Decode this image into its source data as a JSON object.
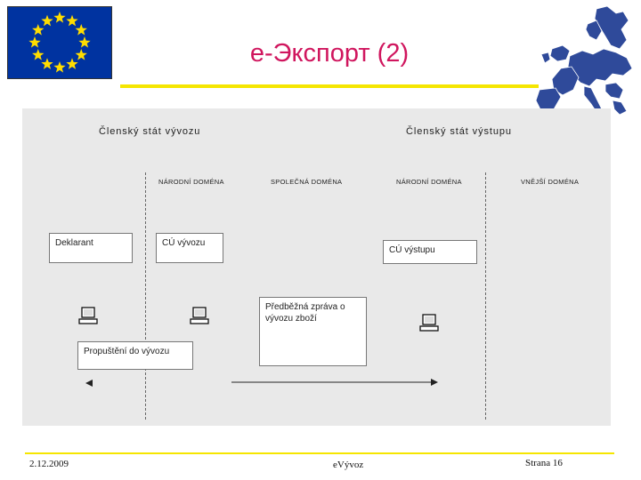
{
  "slide": {
    "title": "e-Экспорт (2)",
    "footer": {
      "date": "2.12.2009",
      "center": "eVývoz",
      "page": "Strana 16"
    }
  },
  "diagram": {
    "headers": {
      "left": "Členský stát vývozu",
      "right": "Členský stát výstupu"
    },
    "domains": [
      "NÁRODNÍ DOMÉNA",
      "SPOLEČNÁ DOMÉNA",
      "NÁRODNÍ DOMÉNA",
      "VNĚJŠÍ DOMÉNA"
    ],
    "boxes": {
      "declarant": "Deklarant",
      "cu_export": "CÚ vývozu",
      "cu_exit": "CÚ výstupu",
      "pre_notice": "Předběžná zpráva o vývozu zboží",
      "release": "Propuštění do vývozu"
    }
  },
  "icons": {
    "flag": "eu-flag-icon",
    "map": "europe-map-icon",
    "computer": "computer-terminal-icon"
  },
  "colors": {
    "title": "#d0165e",
    "rule": "#f5e600",
    "flag_blue": "#0033a0",
    "star": "#ffdd00",
    "map": "#2f4a9a",
    "panel": "#e9e9e9"
  }
}
